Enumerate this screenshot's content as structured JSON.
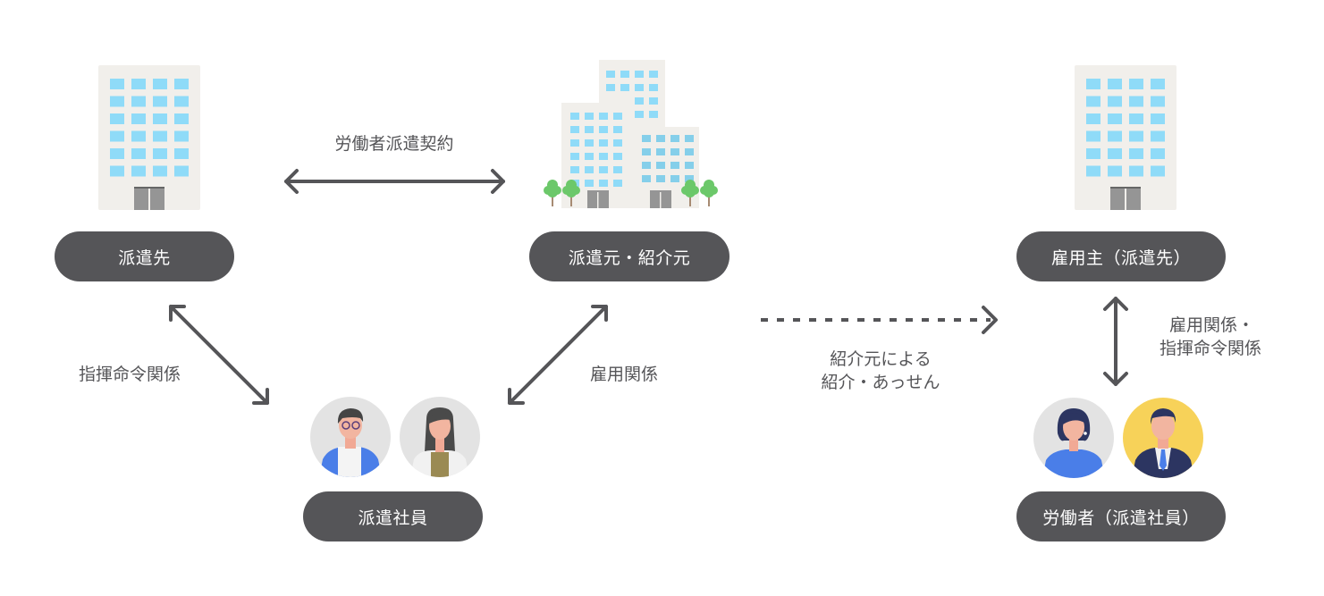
{
  "diagram": {
    "left": {
      "client_label": "派遣先",
      "agency_label": "派遣元・紹介元",
      "worker_label": "派遣社員",
      "contract_label": "労働者派遣契約",
      "command_label": "指揮命令関係",
      "employment_label": "雇用関係"
    },
    "middle": {
      "referral_label_line1": "紹介元による",
      "referral_label_line2": "紹介・あっせん"
    },
    "right": {
      "employer_label": "雇用主（派遣先）",
      "relation_label_line1": "雇用関係・",
      "relation_label_line2": "指揮命令関係",
      "worker_label": "労働者（派遣社員）"
    },
    "icons": {
      "building": "office-building-icon",
      "building_group": "office-complex-icon",
      "person_male_glasses": "man-glasses-avatar-icon",
      "person_female_long_hair": "woman-long-hair-avatar-icon",
      "person_female_short_hair": "woman-short-hair-avatar-icon",
      "person_male_suit": "man-suit-avatar-icon"
    },
    "colors": {
      "pill_bg": "#555558",
      "arrow": "#555558",
      "building_wall": "#f1efeb",
      "window": "#8fdbf8",
      "door": "#959595",
      "tree": "#6cc86a",
      "avatar_bg": "#e3e3e3",
      "avatar_bg_yellow": "#f7d259"
    }
  }
}
